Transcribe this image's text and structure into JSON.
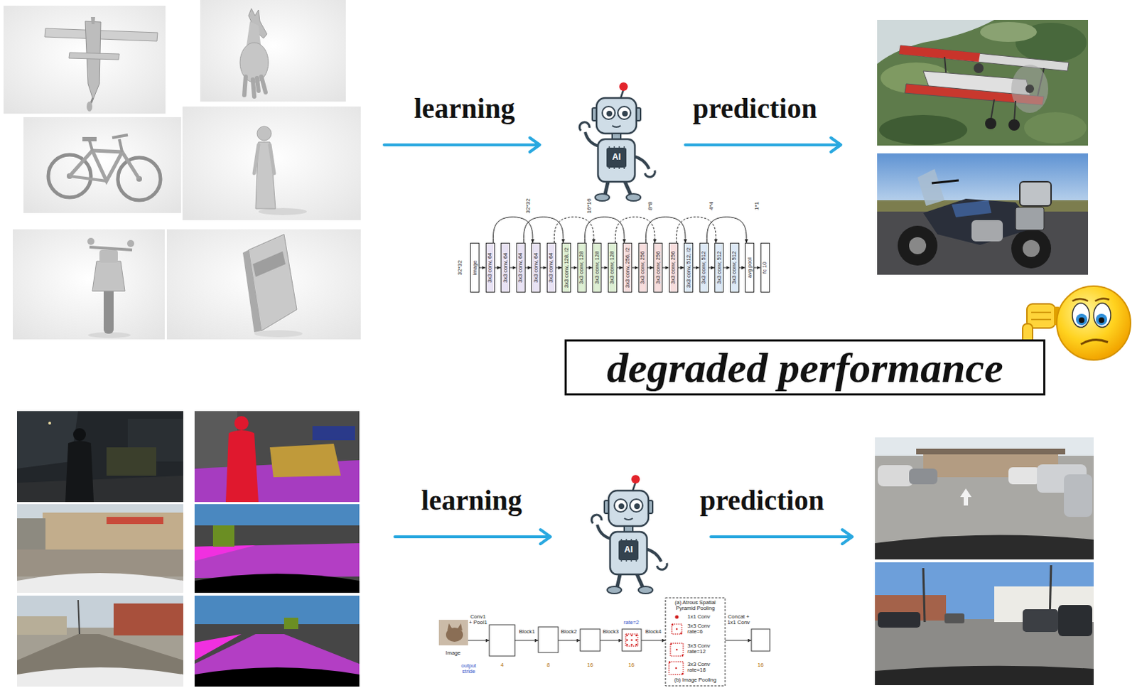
{
  "diagram": {
    "nodes": [
      {
        "text": [
          "image"
        ]
      },
      {
        "text": [
          "3x3 conv, 64"
        ]
      },
      {
        "text": [
          "3x3 conv, 64"
        ]
      },
      {
        "text": [
          "3x3 conv, 64"
        ]
      },
      {
        "text": [
          "3x3 conv, 64"
        ]
      },
      {
        "text": [
          "3x3 conv, 64"
        ]
      },
      {
        "text": [
          "3x3 conv, 128, /2"
        ]
      },
      {
        "text": [
          "3x3 conv, 128"
        ]
      },
      {
        "text": [
          "3x3 conv, 128"
        ]
      },
      {
        "text": [
          "3x3 conv, 128"
        ]
      },
      {
        "text": [
          "3x3 conv, 256, /2"
        ]
      },
      {
        "text": [
          "3x3 conv, 256"
        ]
      },
      {
        "text": [
          "3x3 conv, 256"
        ]
      },
      {
        "text": [
          "3x3 conv, 256"
        ]
      },
      {
        "text": [
          "3x3 conv, 512, /2"
        ]
      },
      {
        "text": [
          "3x3 conv, 512"
        ]
      },
      {
        "text": [
          "3x3 conv, 512"
        ]
      },
      {
        "text": [
          "3x3 conv, 512"
        ]
      },
      {
        "text": [
          "avg pool"
        ]
      },
      {
        "text": [
          "fc 10"
        ]
      },
      {
        "text": [
          "degraded performance"
        ]
      }
    ],
    "edges": [
      {
        "from": 0,
        "to": 1,
        "arrow": "to"
      },
      {
        "from": 1,
        "to": 2,
        "arrow": "to"
      },
      {
        "from": 2,
        "to": 3,
        "arrow": "to"
      },
      {
        "from": 3,
        "to": 4,
        "arrow": "to"
      },
      {
        "from": 4,
        "to": 5,
        "arrow": "to"
      },
      {
        "from": 5,
        "to": 6,
        "arrow": "to"
      },
      {
        "from": 6,
        "to": 7,
        "arrow": "to"
      },
      {
        "from": 7,
        "to": 8,
        "arrow": "to"
      },
      {
        "from": 8,
        "to": 9,
        "arrow": "to"
      },
      {
        "from": 9,
        "to": 10,
        "arrow": "to"
      },
      {
        "from": 10,
        "to": 11,
        "arrow": "to"
      },
      {
        "from": 11,
        "to": 12,
        "arrow": "to"
      },
      {
        "from": 12,
        "to": 13,
        "arrow": "to"
      },
      {
        "from": 13,
        "to": 14,
        "arrow": "to"
      },
      {
        "from": 14,
        "to": 15,
        "arrow": "to"
      },
      {
        "from": 15,
        "to": 16,
        "arrow": "to"
      },
      {
        "from": 16,
        "to": 17,
        "arrow": "to"
      },
      {
        "from": 17,
        "to": 18,
        "arrow": "to"
      },
      {
        "from": 18,
        "to": 19,
        "arrow": "to"
      },
      {
        "from": 1,
        "to": 4,
        "arrow": "to"
      },
      {
        "from": 3,
        "to": 6,
        "arrow": "to"
      },
      {
        "from": 5,
        "to": 8,
        "arrow": "to"
      },
      {
        "from": 7,
        "to": 10,
        "arrow": "to"
      },
      {
        "from": 9,
        "to": 12,
        "arrow": "to"
      },
      {
        "from": 11,
        "to": 14,
        "arrow": "to"
      },
      {
        "from": 13,
        "to": 16,
        "arrow": "to"
      },
      {
        "from": 15,
        "to": 18,
        "arrow": "to"
      }
    ],
    "labels": [
      "learning",
      "prediction",
      "AI",
      "32*32",
      "32*32",
      "16*16",
      "8*8",
      "4*4",
      "1*1",
      "learning",
      "prediction",
      "AI",
      "Conv1 + Pool1",
      "Image",
      "output stride",
      "4",
      "Block1",
      "8",
      "Block2",
      "16",
      "Block3",
      "rate=2",
      "16",
      "Block4",
      "(a) Atrous Spatial Pyramid Pooling",
      "1x1 Conv",
      "3x3 Conv rate=6",
      "3x3 Conv rate=12",
      "3x3 Conv rate=18",
      "(b) Image Pooling",
      "Concat + 1x1 Conv",
      "16"
    ]
  }
}
